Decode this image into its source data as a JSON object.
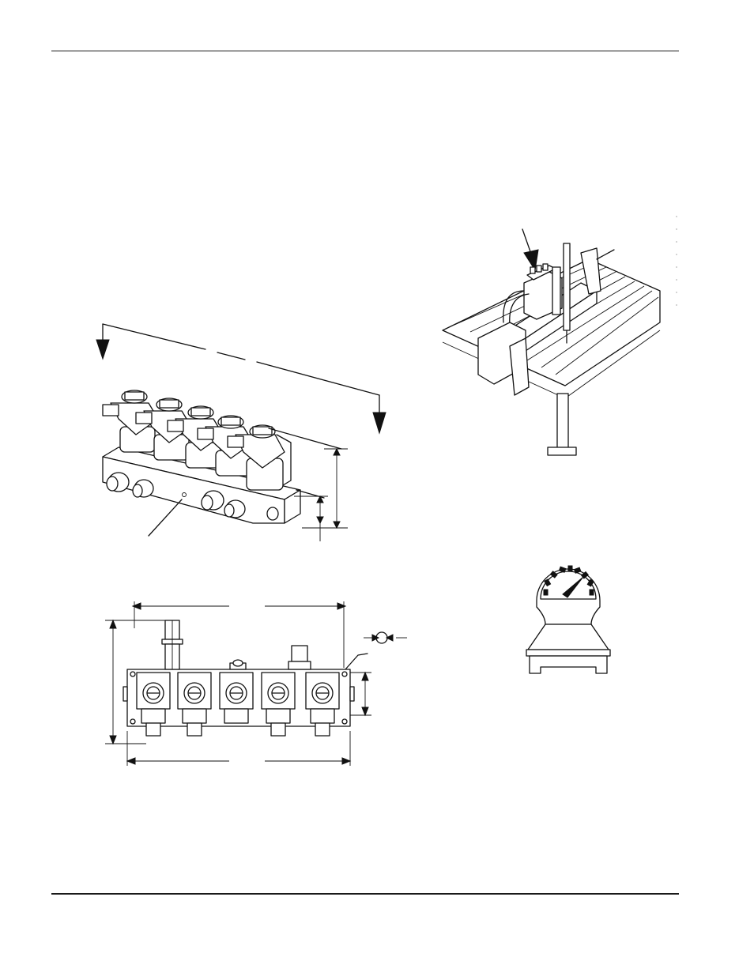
{
  "page": {
    "header_rule": "top",
    "footer_rule": "bottom"
  },
  "figures": [
    {
      "id": "valve-manifold-isometric",
      "icon": "solenoid-valve-manifold-icon"
    },
    {
      "id": "cutting-table-location",
      "icon": "cutting-machine-icon"
    },
    {
      "id": "valve-manifold-front-view",
      "icon": "manifold-dimension-icon"
    },
    {
      "id": "weight-scale",
      "icon": "scale-icon"
    }
  ],
  "colors": {
    "line": "#111111",
    "background": "#ffffff"
  }
}
